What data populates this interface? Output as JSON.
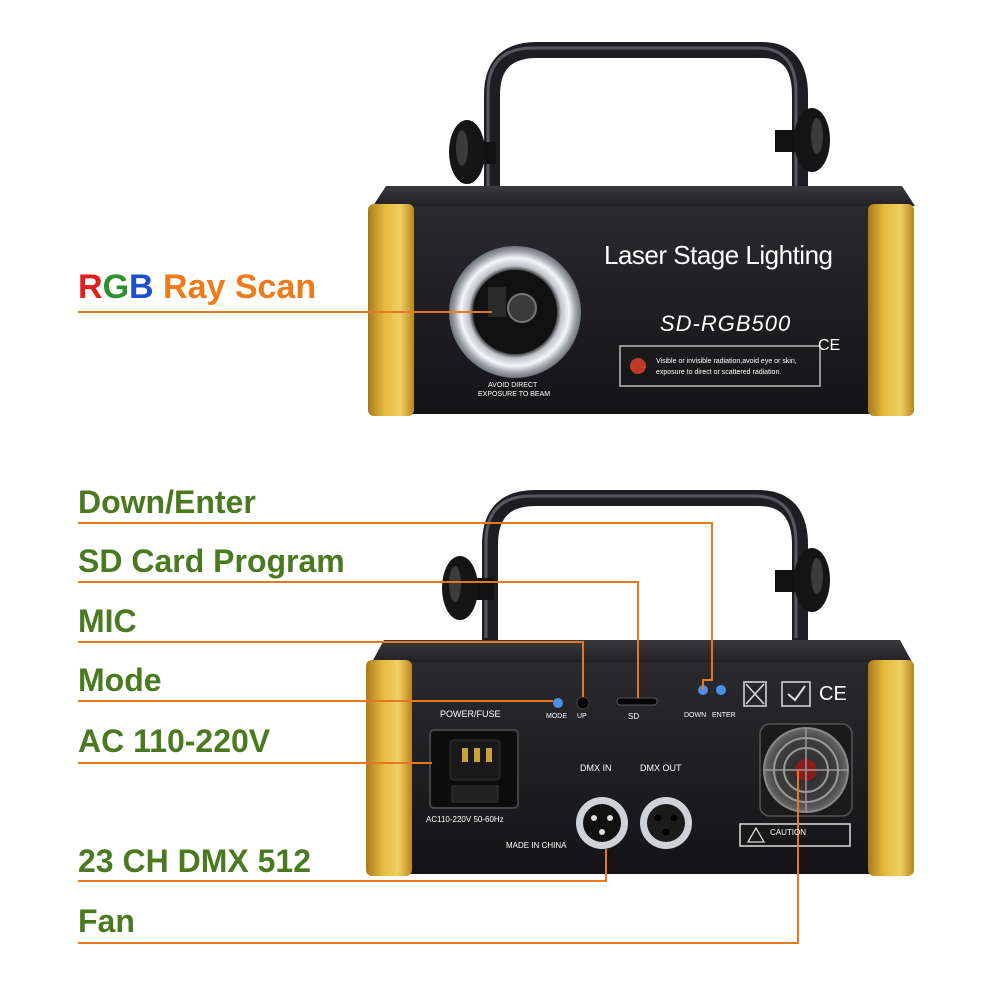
{
  "colors": {
    "label_green": "#4a7a1f",
    "leader_orange": "#e8781e",
    "rgb_red": "#e0201c",
    "rgb_green": "#2f8f2f",
    "rgb_blue": "#1c4fd0",
    "ray_orange": "#ef7a1a",
    "housing": "#1f1f22",
    "endcap_gold": "#d9a62b"
  },
  "callouts": {
    "rgb_r": "R",
    "rgb_g": "G",
    "rgb_b": "B",
    "ray_scan": "Ray Scan",
    "down_enter": "Down/Enter",
    "sd_card": "SD Card Program",
    "mic": "MIC",
    "mode": "Mode",
    "ac": "AC 110-220V",
    "dmx": "23 CH DMX 512",
    "fan": "Fan"
  },
  "front_panel": {
    "brand": "Laser Stage Lighting",
    "model": "SD-RGB500",
    "ce": "CE",
    "warning_line1": "Visible or invisible radiation,avoid eye or skin,",
    "warning_line2": "exposure to direct or scattered radiation.",
    "aperture_line1": "AVOID DIRECT",
    "aperture_line2": "EXPOSURE TO BEAM"
  },
  "rear_panel": {
    "power_fuse": "POWER/FUSE",
    "mode": "MODE",
    "up": "UP",
    "sd": "SD",
    "down": "DOWN",
    "enter": "ENTER",
    "dmx_in": "DMX IN",
    "dmx_out": "DMX OUT",
    "ac_rating": "AC110-220V 50-60Hz",
    "made_in": "MADE IN CHINA",
    "ce": "CE",
    "caution": "CAUTION"
  }
}
